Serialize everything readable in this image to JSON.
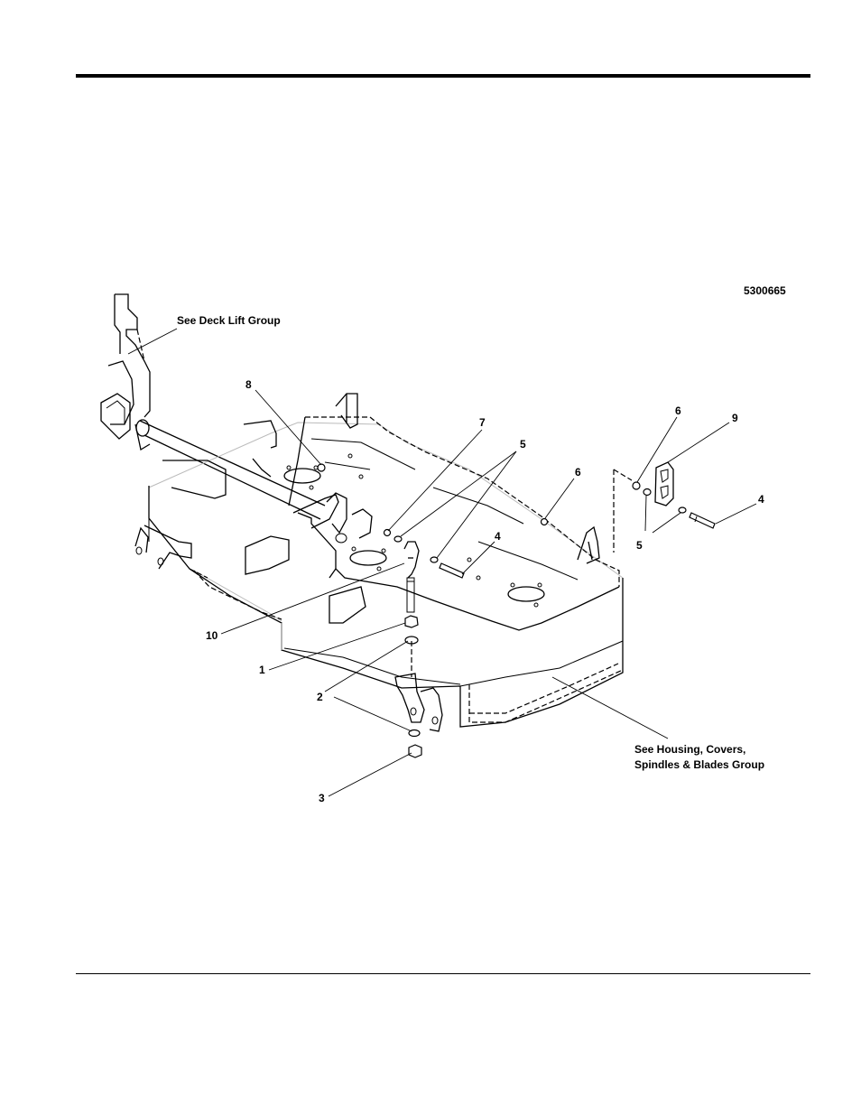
{
  "figure": {
    "part_number": "5300665",
    "references": {
      "deck_lift": "See Deck Lift Group",
      "housing_line1": "See Housing, Covers,",
      "housing_line2": "Spindles & Blades Group"
    },
    "callouts": [
      {
        "id": "c8",
        "label": "8"
      },
      {
        "id": "c7",
        "label": "7"
      },
      {
        "id": "c5a",
        "label": "5"
      },
      {
        "id": "c6a",
        "label": "6"
      },
      {
        "id": "c4a",
        "label": "4"
      },
      {
        "id": "c6b",
        "label": "6"
      },
      {
        "id": "c9",
        "label": "9"
      },
      {
        "id": "c4b",
        "label": "4"
      },
      {
        "id": "c5b",
        "label": "5"
      },
      {
        "id": "c10",
        "label": "10"
      },
      {
        "id": "c1",
        "label": "1"
      },
      {
        "id": "c2",
        "label": "2"
      },
      {
        "id": "c3",
        "label": "3"
      }
    ]
  }
}
